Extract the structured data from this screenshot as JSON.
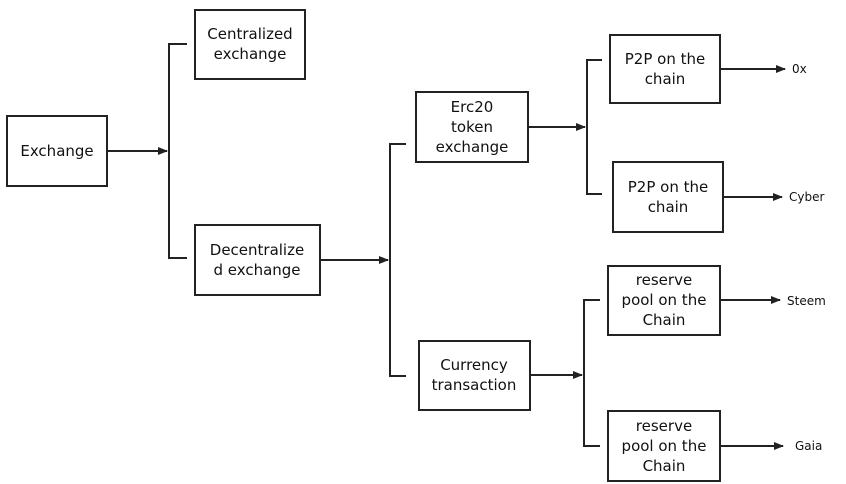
{
  "nodes": {
    "exchange": {
      "lines": [
        "Exchange"
      ]
    },
    "centralized": {
      "lines": [
        "Centralized",
        "exchange"
      ]
    },
    "decentralized": {
      "lines": [
        "Decentralize",
        "d exchange"
      ]
    },
    "erc20": {
      "lines": [
        "Erc20",
        "token",
        "exchange"
      ]
    },
    "currency": {
      "lines": [
        "Currency",
        "transaction"
      ]
    },
    "p2p_1": {
      "lines": [
        "P2P on the",
        "chain"
      ]
    },
    "p2p_2": {
      "lines": [
        "P2P on the",
        "chain"
      ]
    },
    "reserve_1": {
      "lines": [
        "reserve",
        "pool on the",
        "Chain"
      ]
    },
    "reserve_2": {
      "lines": [
        "reserve",
        "pool on the",
        "Chain"
      ]
    }
  },
  "leaves": {
    "ox": "0x",
    "cyber": "Cyber",
    "steem": "Steem",
    "gaia": "Gaia"
  }
}
